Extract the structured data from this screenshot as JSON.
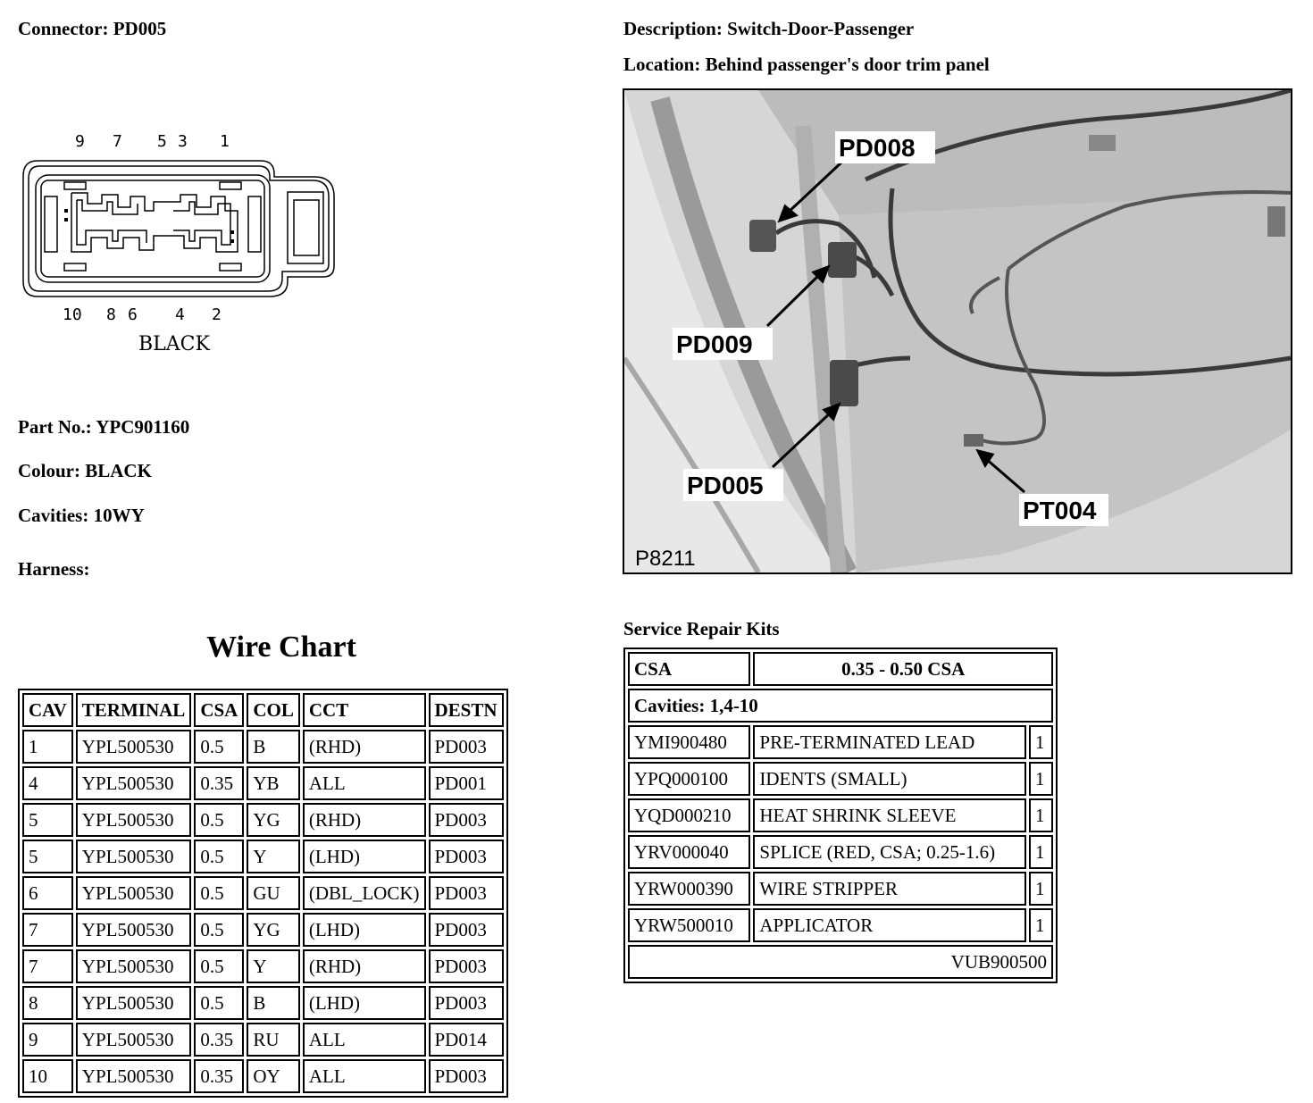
{
  "header": {
    "connector": "Connector: PD005",
    "description": "Description: Switch-Door-Passenger",
    "location": "Location: Behind passenger's door trim panel"
  },
  "diagram": {
    "pins_top": [
      "9",
      "7",
      "5",
      "3",
      "1"
    ],
    "pins_bottom": [
      "10",
      "8",
      "6",
      "4",
      "2"
    ],
    "color_label": "BLACK"
  },
  "details": {
    "part_no": "Part No.: YPC901160",
    "colour": "Colour: BLACK",
    "cavities": "Cavities: 10WY",
    "harness": "Harness:"
  },
  "photo": {
    "callouts": [
      "PD008",
      "PD009",
      "PD005",
      "PT004"
    ],
    "figure_id": "P8211"
  },
  "wire_chart": {
    "title": "Wire Chart",
    "headers": [
      "CAV",
      "TERMINAL",
      "CSA",
      "COL",
      "CCT",
      "DESTN"
    ],
    "rows": [
      [
        "1",
        "YPL500530",
        "0.5",
        "B",
        "(RHD)",
        "PD003"
      ],
      [
        "4",
        "YPL500530",
        "0.35",
        "YB",
        "ALL",
        "PD001"
      ],
      [
        "5",
        "YPL500530",
        "0.5",
        "YG",
        "(RHD)",
        "PD003"
      ],
      [
        "5",
        "YPL500530",
        "0.5",
        "Y",
        "(LHD)",
        "PD003"
      ],
      [
        "6",
        "YPL500530",
        "0.5",
        "GU",
        "(DBL_LOCK)",
        "PD003"
      ],
      [
        "7",
        "YPL500530",
        "0.5",
        "YG",
        "(LHD)",
        "PD003"
      ],
      [
        "7",
        "YPL500530",
        "0.5",
        "Y",
        "(RHD)",
        "PD003"
      ],
      [
        "8",
        "YPL500530",
        "0.5",
        "B",
        "(LHD)",
        "PD003"
      ],
      [
        "9",
        "YPL500530",
        "0.35",
        "RU",
        "ALL",
        "PD014"
      ],
      [
        "10",
        "YPL500530",
        "0.35",
        "OY",
        "ALL",
        "PD003"
      ]
    ]
  },
  "repair_kits": {
    "title": "Service Repair Kits",
    "csa_label": "CSA",
    "csa_value": "0.35 - 0.50 CSA",
    "cavities": "Cavities: 1,4-10",
    "items": [
      [
        "YMI900480",
        "PRE-TERMINATED LEAD",
        "1"
      ],
      [
        "YPQ000100",
        "IDENTS (SMALL)",
        "1"
      ],
      [
        "YQD000210",
        "HEAT SHRINK SLEEVE",
        "1"
      ],
      [
        "YRV000040",
        "SPLICE (RED, CSA; 0.25-1.6)",
        "1"
      ],
      [
        "YRW000390",
        "WIRE STRIPPER",
        "1"
      ],
      [
        "YRW500010",
        "APPLICATOR",
        "1"
      ]
    ],
    "kit_number": "VUB900500"
  }
}
